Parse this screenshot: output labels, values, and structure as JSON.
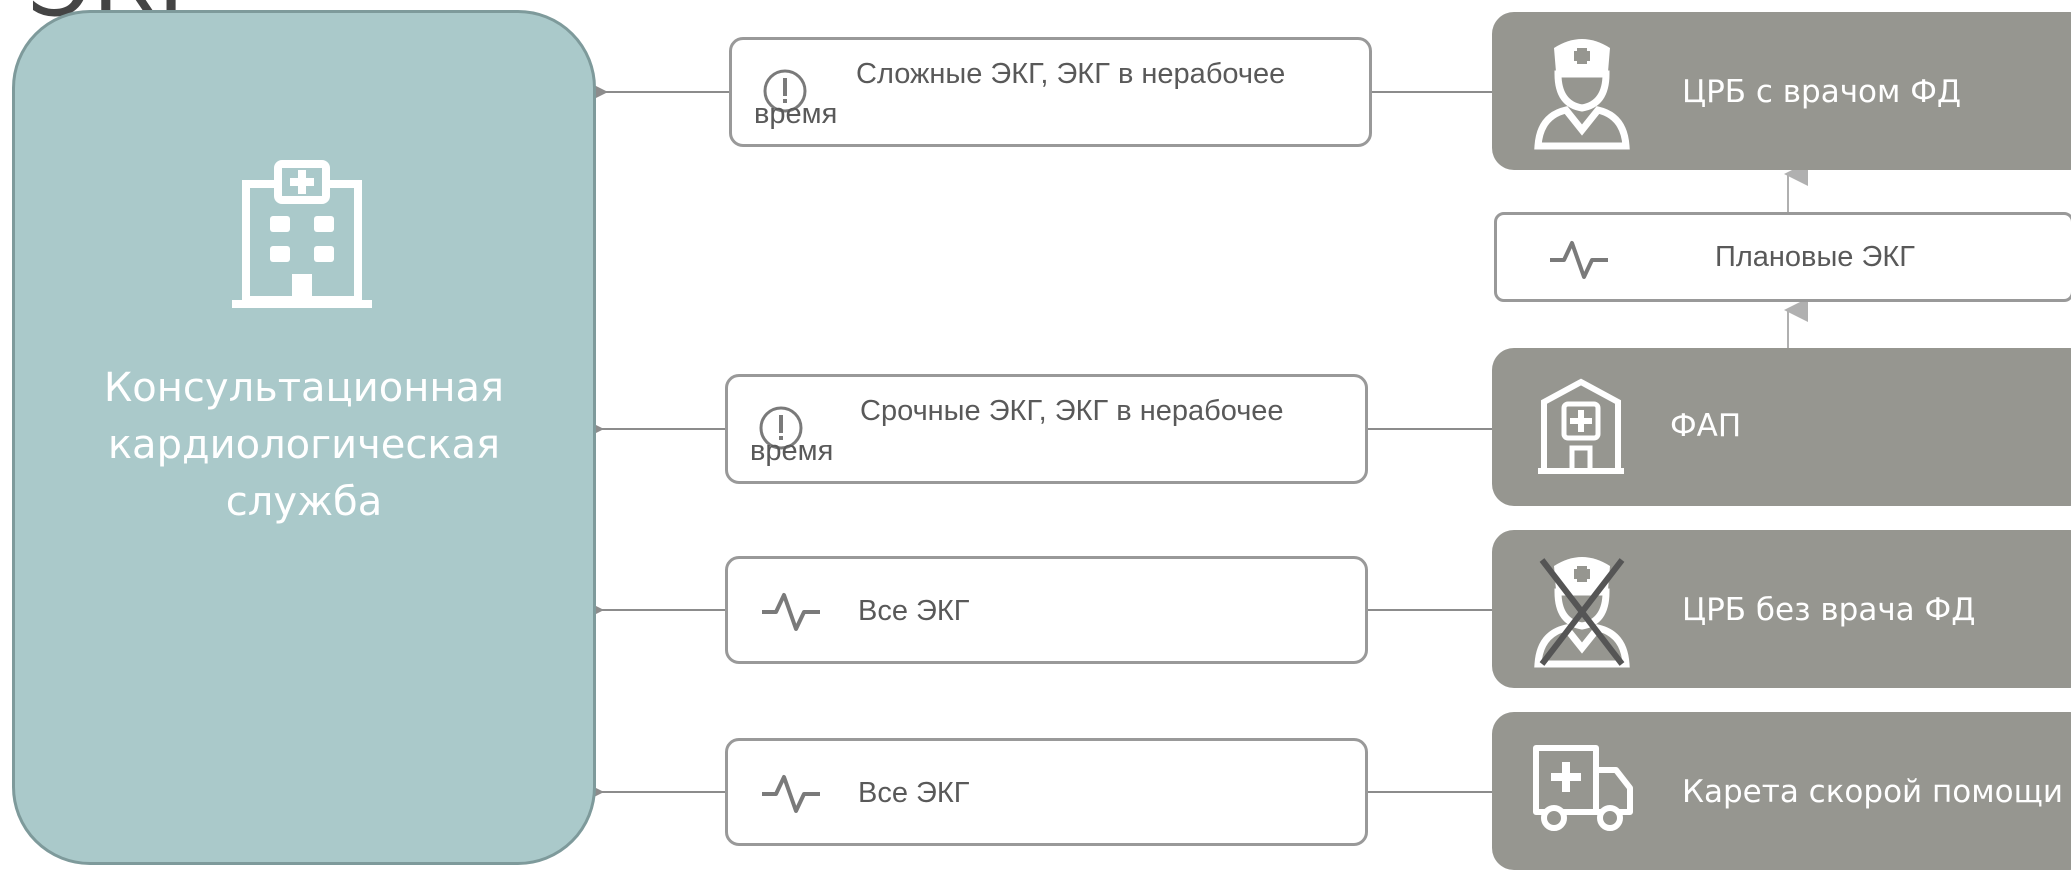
{
  "title_fragment": "ЭКГ",
  "center": {
    "label_lines": [
      "Консультационная",
      "кардиологическая",
      "служба"
    ]
  },
  "flows": [
    {
      "icon": "alert-circle-icon",
      "text_line1": "Сложные ЭКГ, ЭКГ в нерабочее",
      "text_line2": "время"
    },
    {
      "icon": "alert-circle-icon",
      "text_line1": "Срочные ЭКГ, ЭКГ в нерабочее",
      "text_line2": "время"
    },
    {
      "icon": "pulse-icon",
      "text_line1": "Все ЭКГ",
      "text_line2": ""
    },
    {
      "icon": "pulse-icon",
      "text_line1": "Все ЭКГ",
      "text_line2": ""
    }
  ],
  "planned": {
    "icon": "pulse-icon",
    "label": "Плановые ЭКГ"
  },
  "sources": [
    {
      "icon": "doctor-icon",
      "label": "ЦРБ с врачом ФД"
    },
    {
      "icon": "clinic-building-icon",
      "label": "ФАП"
    },
    {
      "icon": "doctor-crossed-icon",
      "label": "ЦРБ без врача ФД"
    },
    {
      "icon": "ambulance-icon",
      "label": "Карета скорой помощи"
    }
  ],
  "colors": {
    "center_fill": "#aac9ca",
    "source_fill": "#969690",
    "flow_border": "#999999",
    "connector": "#8c8c8c"
  }
}
